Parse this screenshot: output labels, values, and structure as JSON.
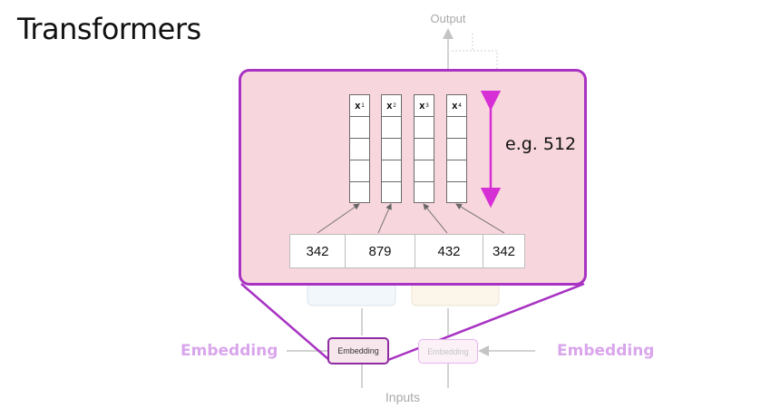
{
  "title": "Transformers",
  "diagram": {
    "output_label": "Output",
    "inputs_label": "Inputs",
    "left_label": "Embedding",
    "right_label": "Embedding",
    "encoder_embedding_box": "Embedding",
    "decoder_embedding_box": "Embedding",
    "vectors": [
      {
        "name": "x",
        "index": "1"
      },
      {
        "name": "x",
        "index": "2"
      },
      {
        "name": "x",
        "index": "3"
      },
      {
        "name": "x",
        "index": "4"
      }
    ],
    "tokens": [
      "342",
      "879",
      "432",
      "342"
    ],
    "dimension_label": "e.g. 512"
  },
  "colors": {
    "zoom_border": "#a833c2",
    "zoom_fill": "#f8d6dd",
    "arrow_magenta": "#d62fd6",
    "side_label": "#d9a6ec"
  }
}
